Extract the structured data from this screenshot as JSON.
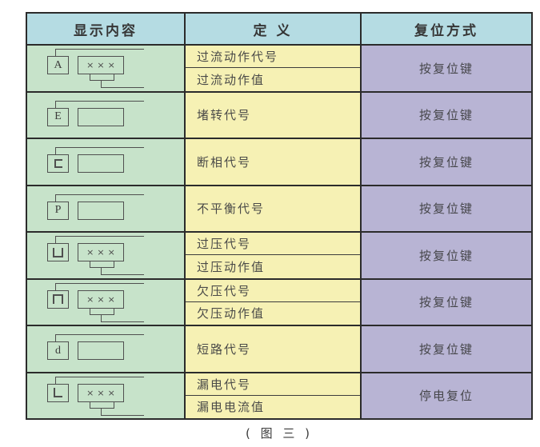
{
  "colors": {
    "blue": "#b5dce3",
    "green": "#c7e3ca",
    "yellow": "#f6f1b4",
    "purple": "#b8b4d4"
  },
  "table": {
    "headers": [
      "显示内容",
      "定 义",
      "复位方式"
    ],
    "rows": [
      {
        "code": "A",
        "code_style": "serif-letter",
        "value": "×××",
        "definitions": [
          "过流动作代号",
          "过流动作值"
        ],
        "reset": "按复位键"
      },
      {
        "code": "E",
        "code_style": "serif-letter",
        "value": "",
        "definitions": [
          "堵转代号"
        ],
        "reset": "按复位键"
      },
      {
        "code": "c",
        "code_style": "segment-glyph",
        "value": "",
        "definitions": [
          "断相代号"
        ],
        "reset": "按复位键"
      },
      {
        "code": "P",
        "code_style": "serif-letter",
        "value": "",
        "definitions": [
          "不平衡代号"
        ],
        "reset": "按复位键"
      },
      {
        "code": "凵",
        "code_style": "segment-glyph",
        "value": "×××",
        "definitions": [
          "过压代号",
          "过压动作值"
        ],
        "reset": "按复位键"
      },
      {
        "code": "冂",
        "code_style": "segment-glyph",
        "value": "×××",
        "definitions": [
          "欠压代号",
          "欠压动作值"
        ],
        "reset": "按复位键"
      },
      {
        "code": "d",
        "code_style": "serif-letter",
        "value": "",
        "definitions": [
          "短路代号"
        ],
        "reset": "按复位键"
      },
      {
        "code": "L",
        "code_style": "segment-glyph",
        "value": "×××",
        "definitions": [
          "漏电代号",
          "漏电电流值"
        ],
        "reset": "停电复位"
      }
    ]
  },
  "caption": "( 图 三 )"
}
